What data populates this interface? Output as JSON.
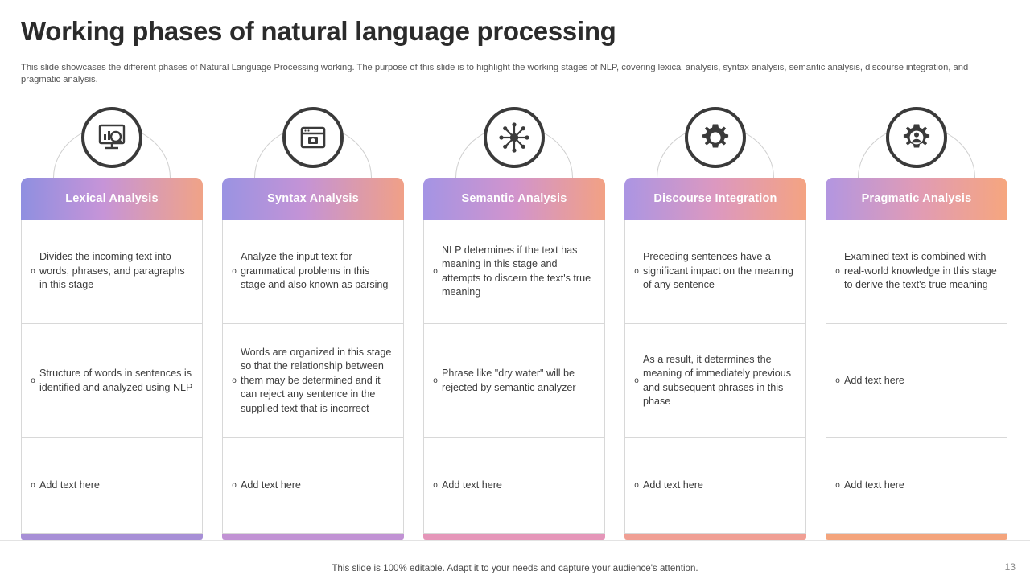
{
  "header": {
    "title": "Working phases of natural language processing",
    "subtitle": "This slide showcases the different phases of Natural Language Processing  working. The purpose of this slide is to highlight the working stages of NLP, covering lexical analysis, syntax analysis, semantic analysis, discourse integration, and pragmatic analysis."
  },
  "columns": [
    {
      "icon": "chart-magnifier-icon",
      "title": "Lexical Analysis",
      "header_gradient": "linear-gradient(90deg, #8f8fe0 0%, #c694d8 45%, #f0a387 100%)",
      "bar_color": "#a78fd6",
      "cells": [
        "Divides the incoming text into words, phrases, and paragraphs in this stage",
        "Structure of words in sentences is identified and analyzed using NLP",
        "Add text here"
      ]
    },
    {
      "icon": "browser-window-icon",
      "title": "Syntax Analysis",
      "header_gradient": "linear-gradient(90deg, #9a93e2 0%, #c493d6 45%, #f0a087 100%)",
      "bar_color": "#c192d4",
      "cells": [
        "Analyze the input text for grammatical problems in this stage and also known as parsing",
        "Words are organized in this stage so that the relationship between them may be determined and it can reject any sentence in the supplied text that is incorrect",
        "Add text here"
      ]
    },
    {
      "icon": "network-node-icon",
      "title": "Semantic Analysis",
      "header_gradient": "linear-gradient(90deg, #a494e4 0%, #d194cd 50%, #f2a184 100%)",
      "bar_color": "#e596b9",
      "cells": [
        "NLP determines if the text has meaning in this stage and attempts to discern the text's true meaning",
        "Phrase like \"dry water\" will be rejected by semantic analyzer",
        "Add text here"
      ]
    },
    {
      "icon": "gear-icon",
      "title": "Discourse Integration",
      "header_gradient": "linear-gradient(90deg, #ab95e3 0%, #dc98c0 50%, #f4a382 100%)",
      "bar_color": "#f09f94",
      "cells": [
        "Preceding sentences have a significant impact on the meaning of any sentence",
        "As a result, it determines the meaning of immediately previous and subsequent phrases in this phase",
        "Add text here"
      ]
    },
    {
      "icon": "gear-person-icon",
      "title": "Pragmatic Analysis",
      "header_gradient": "linear-gradient(90deg, #b296e1 0%, #e09bb6 50%, #f6a67e 100%)",
      "bar_color": "#f4a47c",
      "cells": [
        "Examined text is combined with real-world knowledge in this stage to derive the text's true meaning",
        "Add text here",
        "Add text here"
      ]
    }
  ],
  "bullet_glyph": "o",
  "footer": {
    "note": "This slide is 100% editable. Adapt it to your needs and capture your audience's attention.",
    "page_number": "13"
  }
}
